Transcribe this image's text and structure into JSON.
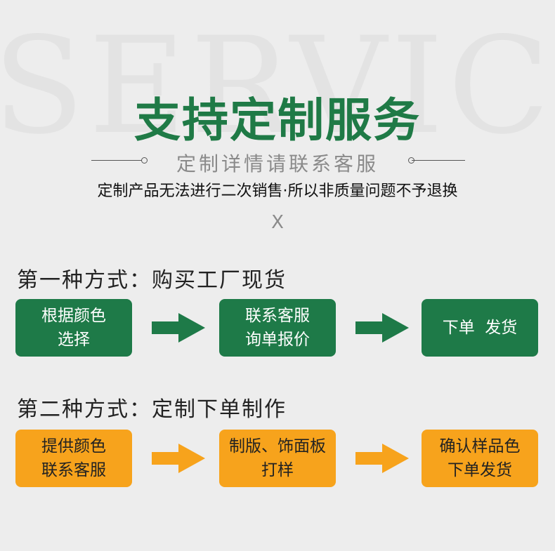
{
  "watermark": "SERVICE",
  "title": "支持定制服务",
  "subtitle": "定制详情请联系客服",
  "notice": "定制产品无法进行二次销售·所以非质量问题不予退换",
  "x_mark": "X",
  "colors": {
    "background": "#ededed",
    "green": "#1e7a48",
    "orange": "#f7a31c",
    "title_green": "#1f7a46"
  },
  "section1": {
    "heading": "第一种方式：购买工厂现货",
    "steps": [
      {
        "line1": "根据颜色",
        "line2": "选择"
      },
      {
        "line1": "联系客服",
        "line2": "询单报价"
      },
      {
        "line1": "下单  发货",
        "line2": ""
      }
    ]
  },
  "section2": {
    "heading": "第二种方式：定制下单制作",
    "steps": [
      {
        "line1": "提供颜色",
        "line2": "联系客服"
      },
      {
        "line1": "制版、饰面板",
        "line2": "打样"
      },
      {
        "line1": "确认样品色",
        "line2": "下单发货"
      }
    ]
  }
}
